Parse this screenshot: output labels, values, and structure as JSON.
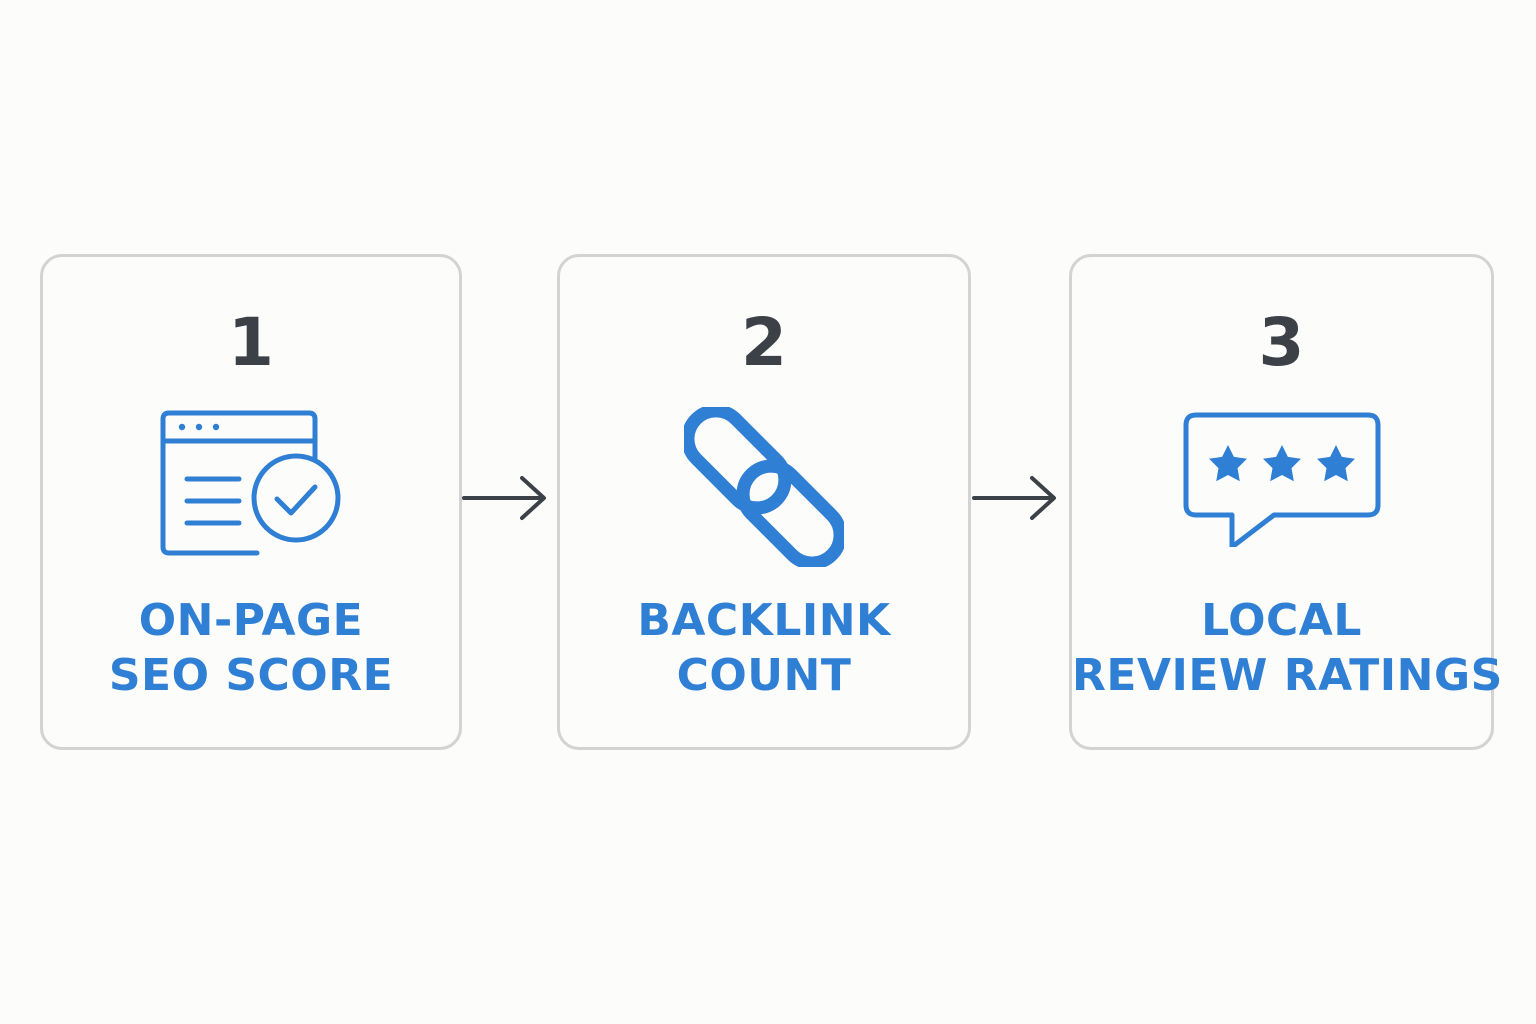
{
  "colors": {
    "accent": "#2f7fd4",
    "number": "#3c4148",
    "border": "#d3d3d3",
    "arrow": "#3c4148",
    "background": "#fcfcfb"
  },
  "steps": [
    {
      "number": "1",
      "icon": "browser-checkmark-icon",
      "label_line1": "ON-PAGE",
      "label_line2": "SEO SCORE"
    },
    {
      "number": "2",
      "icon": "chain-link-icon",
      "label_line1": "BACKLINK",
      "label_line2": "COUNT"
    },
    {
      "number": "3",
      "icon": "review-stars-bubble-icon",
      "label_line1": "LOCAL",
      "label_line2": "REVIEW RATINGS"
    }
  ]
}
